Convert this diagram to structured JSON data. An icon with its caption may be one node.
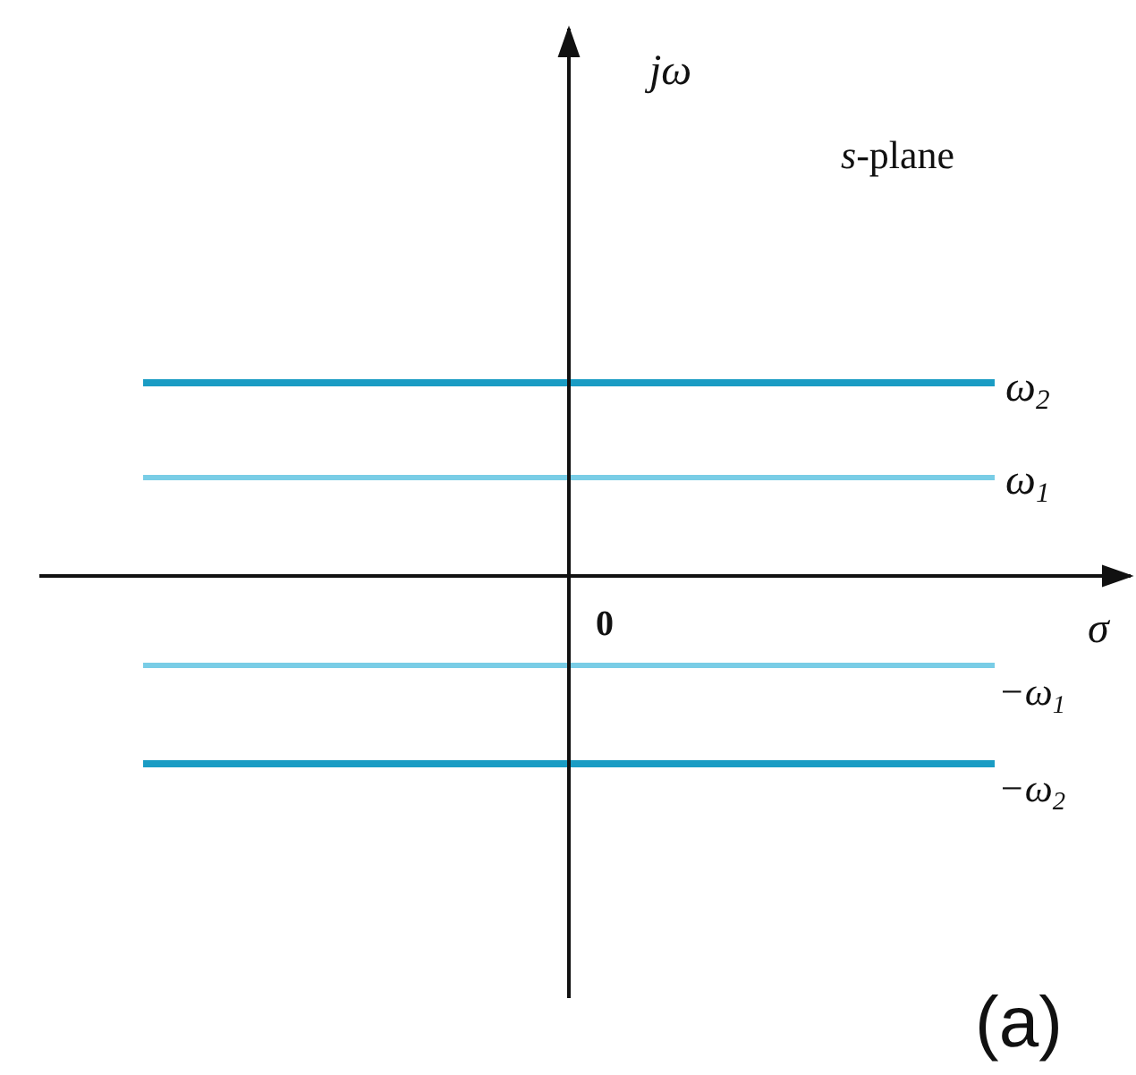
{
  "diagram": {
    "labels": [
      "jω",
      "*s*-plane",
      "ω$_{2}$",
      "ω$_{1}$",
      "0",
      "σ",
      "−ω$_{1}$",
      "−ω$_{2}$",
      "(a)"
    ]
  }
}
